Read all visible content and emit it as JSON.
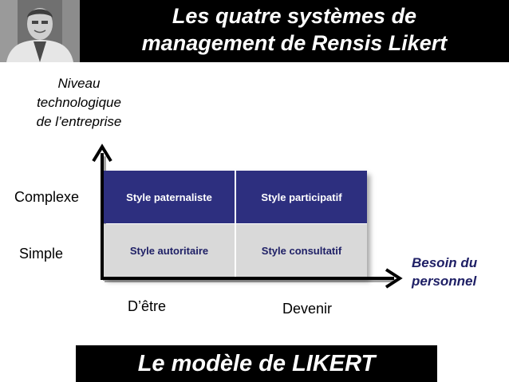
{
  "header": {
    "title_line1": "Les quatre systèmes de",
    "title_line2": "management de Rensis Likert"
  },
  "portrait": {
    "icon": "person-portrait-icon"
  },
  "y_axis": {
    "caption_line1": "Niveau",
    "caption_line2": "technologique",
    "caption_line3": "de l’entreprise",
    "levels": {
      "high": "Complexe",
      "low": "Simple"
    }
  },
  "x_axis": {
    "caption_line1": "Besoin du",
    "caption_line2": "personnel",
    "levels": {
      "low": "D’être",
      "high": "Devenir"
    }
  },
  "matrix": {
    "cells": [
      {
        "label": "Style paternaliste"
      },
      {
        "label": "Style participatif"
      },
      {
        "label": "Style autoritaire"
      },
      {
        "label": "Style consultatif"
      }
    ]
  },
  "footer": {
    "label": "Le modèle de LIKERT"
  },
  "colors": {
    "banner": "#000000",
    "top_row": "#2d2f7f",
    "bottom_row": "#d9d9d9",
    "accent_text": "#1f2066"
  }
}
